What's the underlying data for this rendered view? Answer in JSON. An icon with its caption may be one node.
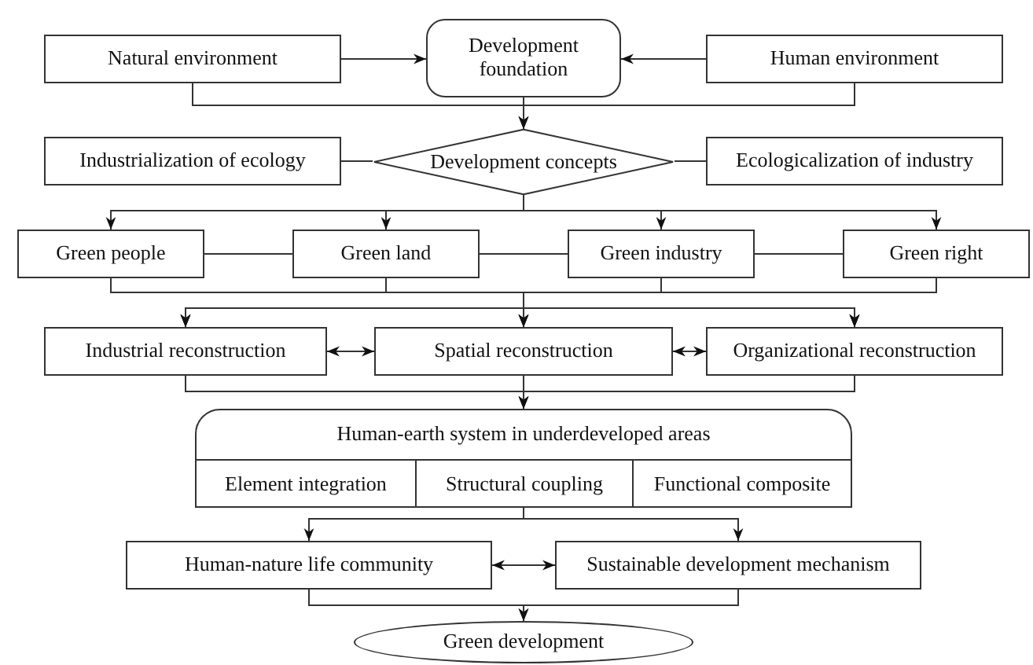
{
  "diagram": {
    "nodes": [
      {
        "text": [
          "Natural environment"
        ]
      },
      {
        "text": [
          "Development foundation"
        ]
      },
      {
        "text": [
          "Human environment"
        ]
      },
      {
        "text": [
          "Industrialization of ecology"
        ]
      },
      {
        "text": [
          "Development concepts"
        ]
      },
      {
        "text": [
          "Ecologicalization of industry"
        ]
      },
      {
        "text": [
          "Green people"
        ]
      },
      {
        "text": [
          "Green land"
        ]
      },
      {
        "text": [
          "Green industry"
        ]
      },
      {
        "text": [
          "Green right"
        ]
      },
      {
        "text": [
          "Industrial reconstruction"
        ]
      },
      {
        "text": [
          "Spatial reconstruction"
        ]
      },
      {
        "text": [
          "Organizational reconstruction"
        ]
      },
      {
        "text": [
          "Human-earth system in underdeveloped areas"
        ]
      },
      {
        "text": [
          "Element integration"
        ],
        "in": 13
      },
      {
        "text": [
          "Structural coupling"
        ],
        "in": 13
      },
      {
        "text": [
          "Functional composite"
        ],
        "in": 13
      },
      {
        "text": [
          "Human-nature life community"
        ]
      },
      {
        "text": [
          "Sustainable development mechanism"
        ]
      },
      {
        "text": [
          "Green development"
        ]
      }
    ],
    "edges": [
      {
        "from": 0,
        "to": 1,
        "arrow": "to"
      },
      {
        "from": 2,
        "to": 1,
        "arrow": "to"
      },
      {
        "from": 0,
        "to": 4,
        "arrow": "to"
      },
      {
        "from": 1,
        "to": 4,
        "arrow": "to"
      },
      {
        "from": 2,
        "to": 4,
        "arrow": "to"
      },
      {
        "from": 4,
        "to": 3,
        "arrow": "none"
      },
      {
        "from": 4,
        "to": 5,
        "arrow": "none"
      },
      {
        "from": 4,
        "to": 6,
        "arrow": "to"
      },
      {
        "from": 4,
        "to": 7,
        "arrow": "to"
      },
      {
        "from": 4,
        "to": 8,
        "arrow": "to"
      },
      {
        "from": 4,
        "to": 9,
        "arrow": "to"
      },
      {
        "from": 6,
        "to": 7,
        "arrow": "none"
      },
      {
        "from": 7,
        "to": 8,
        "arrow": "none"
      },
      {
        "from": 8,
        "to": 9,
        "arrow": "none"
      },
      {
        "from": 6,
        "to": 10,
        "arrow": "to"
      },
      {
        "from": 6,
        "to": 11,
        "arrow": "to"
      },
      {
        "from": 6,
        "to": 12,
        "arrow": "to"
      },
      {
        "from": 7,
        "to": 10,
        "arrow": "to"
      },
      {
        "from": 7,
        "to": 11,
        "arrow": "to"
      },
      {
        "from": 7,
        "to": 12,
        "arrow": "to"
      },
      {
        "from": 8,
        "to": 10,
        "arrow": "to"
      },
      {
        "from": 8,
        "to": 11,
        "arrow": "to"
      },
      {
        "from": 8,
        "to": 12,
        "arrow": "to"
      },
      {
        "from": 9,
        "to": 10,
        "arrow": "to"
      },
      {
        "from": 9,
        "to": 11,
        "arrow": "to"
      },
      {
        "from": 9,
        "to": 12,
        "arrow": "to"
      },
      {
        "from": 10,
        "to": 11,
        "arrow": "both"
      },
      {
        "from": 11,
        "to": 12,
        "arrow": "both"
      },
      {
        "from": 10,
        "to": 13,
        "arrow": "to"
      },
      {
        "from": 11,
        "to": 13,
        "arrow": "to"
      },
      {
        "from": 12,
        "to": 13,
        "arrow": "to"
      },
      {
        "from": 13,
        "to": 17,
        "arrow": "to"
      },
      {
        "from": 13,
        "to": 18,
        "arrow": "to"
      },
      {
        "from": 17,
        "to": 18,
        "arrow": "both"
      },
      {
        "from": 17,
        "to": 19,
        "arrow": "to"
      },
      {
        "from": 18,
        "to": 19,
        "arrow": "to"
      }
    ]
  }
}
